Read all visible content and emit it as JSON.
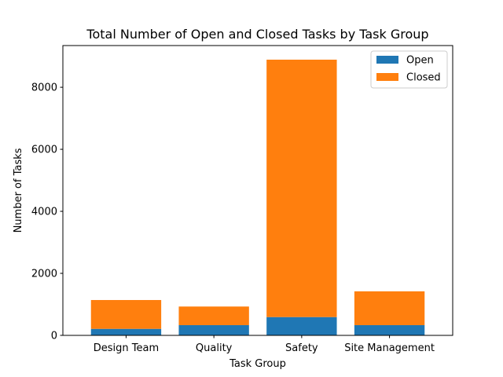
{
  "chart_data": {
    "type": "bar",
    "stacked": true,
    "title": "Total Number of Open and Closed Tasks by Task Group",
    "xlabel": "Task Group",
    "ylabel": "Number of Tasks",
    "categories": [
      "Design Team",
      "Quality",
      "Safety",
      "Site Management"
    ],
    "series": [
      {
        "name": "Open",
        "values": [
          210,
          330,
          590,
          330
        ],
        "color": "#1f77b4"
      },
      {
        "name": "Closed",
        "values": [
          930,
          600,
          8300,
          1090
        ],
        "color": "#ff7f0e"
      }
    ],
    "ylim": [
      0,
      9345
    ],
    "yticks": [
      0,
      2000,
      4000,
      6000,
      8000
    ],
    "grid": false,
    "legend": "top-right"
  }
}
